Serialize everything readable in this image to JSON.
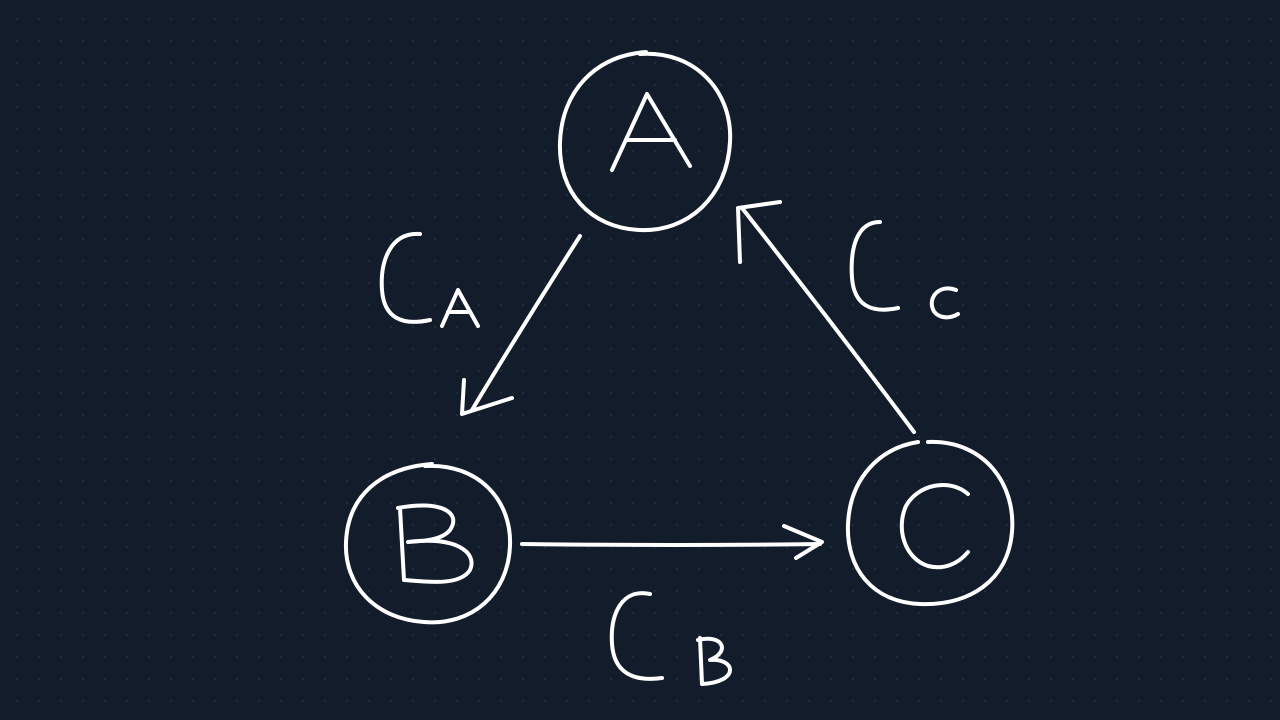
{
  "colors": {
    "background": "#121c2a",
    "ink": "#ffffff"
  },
  "nodes": [
    {
      "id": "A",
      "label": "A"
    },
    {
      "id": "B",
      "label": "B"
    },
    {
      "id": "C",
      "label": "C"
    }
  ],
  "edges": [
    {
      "from": "A",
      "to": "B",
      "label_main": "C",
      "label_sub": "A"
    },
    {
      "from": "B",
      "to": "C",
      "label_main": "C",
      "label_sub": "B"
    },
    {
      "from": "C",
      "to": "A",
      "label_main": "C",
      "label_sub": "C"
    }
  ]
}
